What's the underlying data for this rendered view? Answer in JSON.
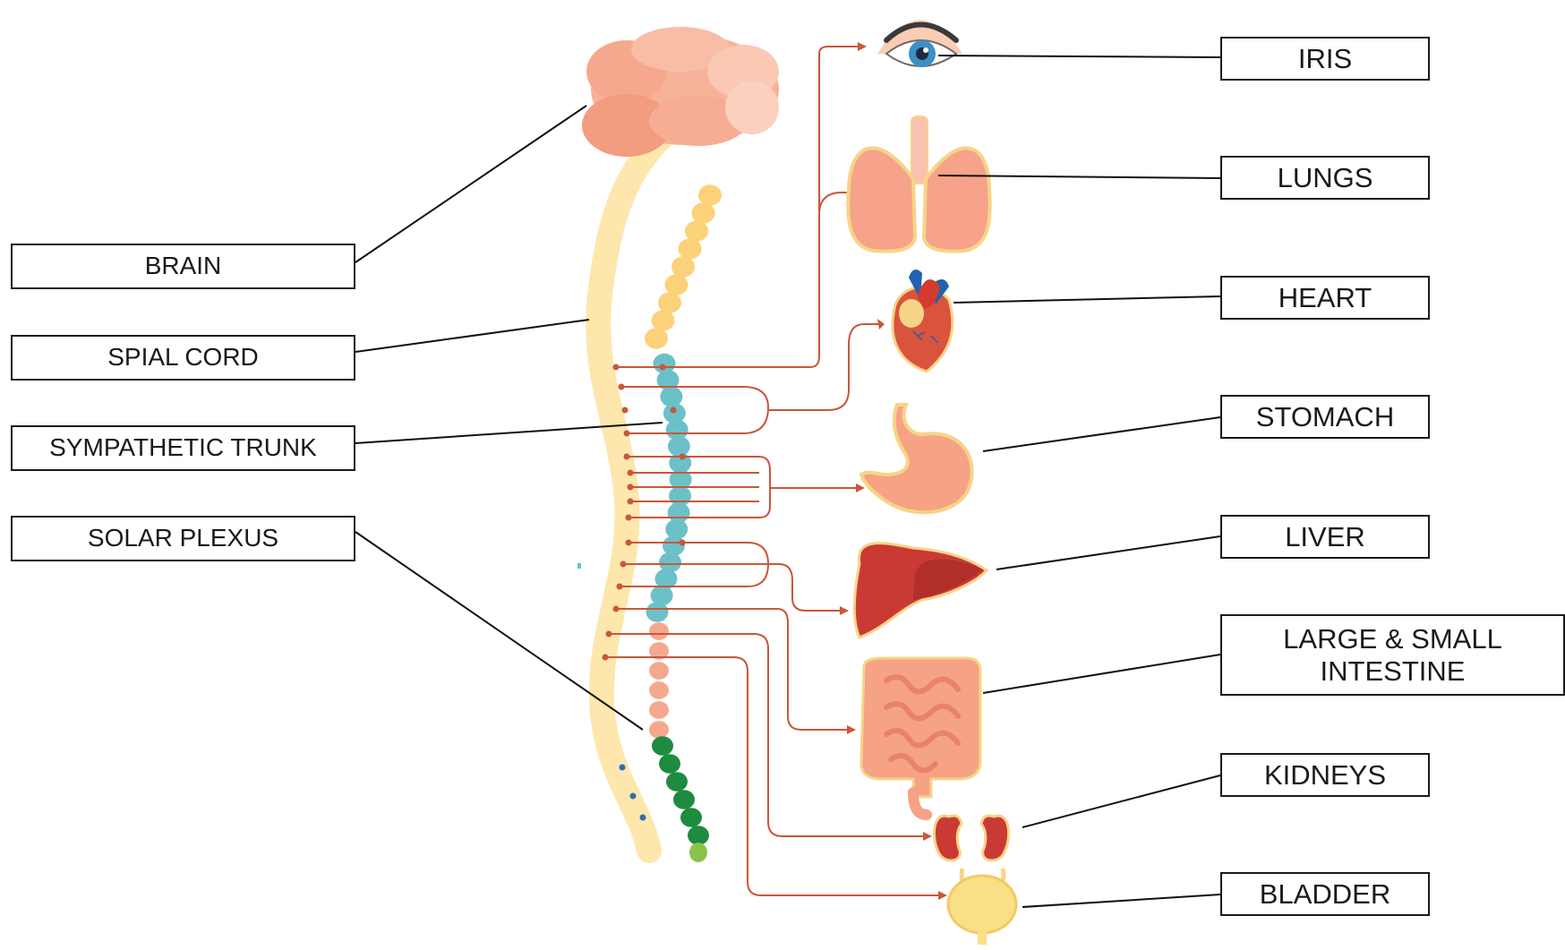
{
  "labels_left": {
    "brain": "BRAIN",
    "spinal_cord": "SPIAL CORD",
    "sympathetic_trunk": "SYMPATHETIC TRUNK",
    "solar_plexus": "SOLAR PLEXUS"
  },
  "labels_right": {
    "iris": "IRIS",
    "lungs": "LUNGS",
    "heart": "HEART",
    "stomach": "STOMACH",
    "liver": "LIVER",
    "intestine_line1": "LARGE & SMALL",
    "intestine_line2": "INTESTINE",
    "kidneys": "KIDNEYS",
    "bladder": "BLADDER"
  },
  "colors": {
    "nerve_line": "#c9573a",
    "leader_line": "#111111",
    "brain": "#f7b29a",
    "spinal_cord": "#fde7ad",
    "trunk_upper": "#fbd27a",
    "trunk_cervical_thoracic": "#6cc1c9",
    "trunk_lumbar": "#f4a98f",
    "trunk_sacral": "#1d8c3f"
  }
}
